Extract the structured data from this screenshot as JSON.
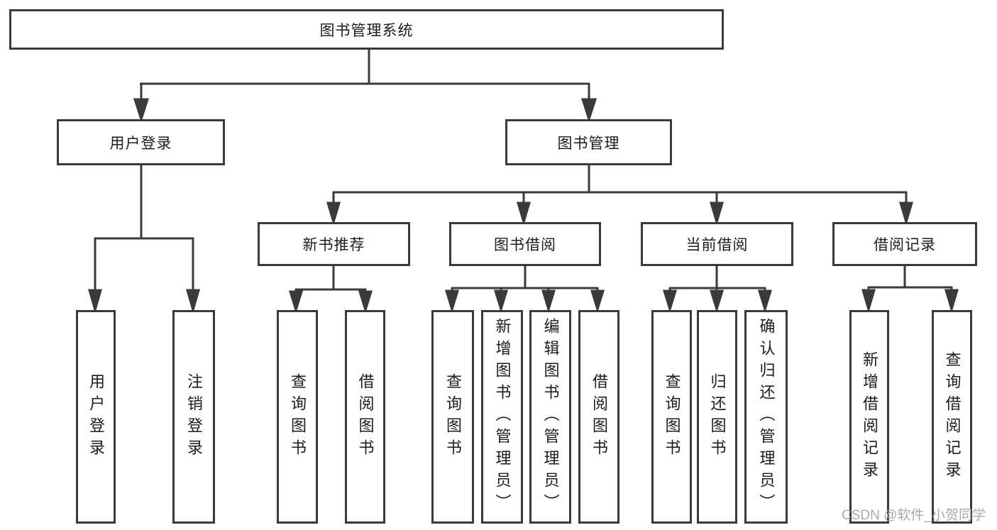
{
  "tree": {
    "root": {
      "label": "图书管理系统"
    },
    "level2": [
      {
        "label": "用户登录"
      },
      {
        "label": "图书管理"
      }
    ],
    "level3": [
      {
        "label": "新书推荐"
      },
      {
        "label": "图书借阅"
      },
      {
        "label": "当前借阅"
      },
      {
        "label": "借阅记录"
      }
    ],
    "leaves": {
      "user": [
        "用户登录",
        "注销登录"
      ],
      "recommend": [
        "查询图书",
        "借阅图书"
      ],
      "borrow": [
        "查询图书",
        "新增图书（管理员）",
        "编辑图书（管理员）",
        "借阅图书"
      ],
      "current": [
        "查询图书",
        "归还图书",
        "确认归还（管理员）"
      ],
      "records": [
        "新增借阅记录",
        "查询借阅记录"
      ]
    }
  },
  "watermark": "CSDN @软件_小贺同学",
  "colors": {
    "line": "#3a3a3a",
    "text": "#1c1c1c",
    "watermark_gray": "#a9a9a9",
    "background": "#ffffff"
  }
}
